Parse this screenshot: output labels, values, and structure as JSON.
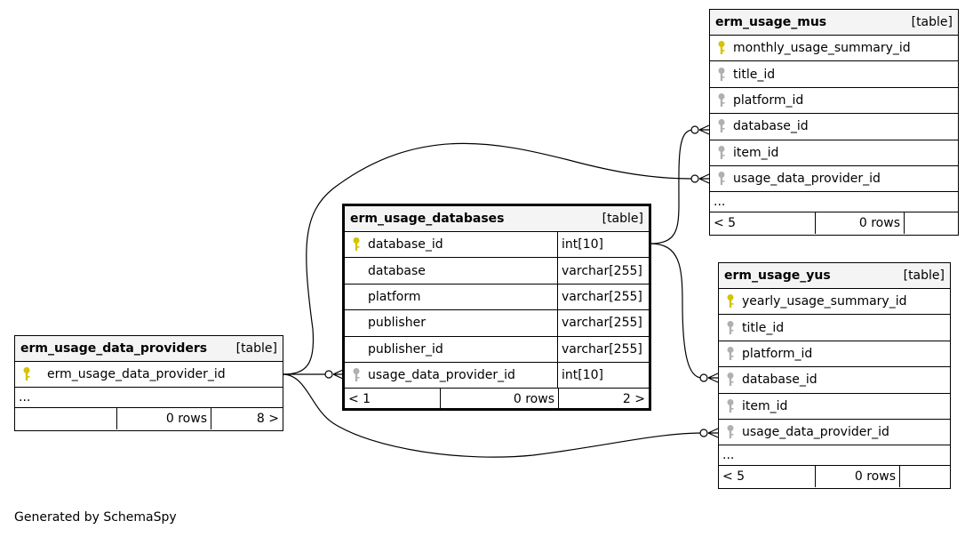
{
  "tables": {
    "providers": {
      "name": "erm_usage_data_providers",
      "kind": "[table]",
      "columns": [
        {
          "name": "erm_usage_data_provider_id",
          "key": "primary"
        }
      ],
      "ellipsis": "...",
      "footer": {
        "parents": "",
        "rows": "0 rows",
        "children": "8 >"
      }
    },
    "databases": {
      "name": "erm_usage_databases",
      "kind": "[table]",
      "columns": [
        {
          "name": "database_id",
          "type": "int[10]",
          "key": "primary"
        },
        {
          "name": "database",
          "type": "varchar[255]",
          "key": "none"
        },
        {
          "name": "platform",
          "type": "varchar[255]",
          "key": "none"
        },
        {
          "name": "publisher",
          "type": "varchar[255]",
          "key": "none"
        },
        {
          "name": "publisher_id",
          "type": "varchar[255]",
          "key": "none"
        },
        {
          "name": "usage_data_provider_id",
          "type": "int[10]",
          "key": "foreign"
        }
      ],
      "footer": {
        "parents": "< 1",
        "rows": "0 rows",
        "children": "2 >"
      }
    },
    "mus": {
      "name": "erm_usage_mus",
      "kind": "[table]",
      "columns": [
        {
          "name": "monthly_usage_summary_id",
          "key": "primary"
        },
        {
          "name": "title_id",
          "key": "foreign"
        },
        {
          "name": "platform_id",
          "key": "foreign"
        },
        {
          "name": "database_id",
          "key": "foreign"
        },
        {
          "name": "item_id",
          "key": "foreign"
        },
        {
          "name": "usage_data_provider_id",
          "key": "foreign"
        }
      ],
      "ellipsis": "...",
      "footer": {
        "parents": "< 5",
        "rows": "0 rows",
        "children": ""
      }
    },
    "yus": {
      "name": "erm_usage_yus",
      "kind": "[table]",
      "columns": [
        {
          "name": "yearly_usage_summary_id",
          "key": "primary"
        },
        {
          "name": "title_id",
          "key": "foreign"
        },
        {
          "name": "platform_id",
          "key": "foreign"
        },
        {
          "name": "database_id",
          "key": "foreign"
        },
        {
          "name": "item_id",
          "key": "foreign"
        },
        {
          "name": "usage_data_provider_id",
          "key": "foreign"
        }
      ],
      "ellipsis": "...",
      "footer": {
        "parents": "< 5",
        "rows": "0 rows",
        "children": ""
      }
    }
  },
  "generated_by": "Generated by SchemaSpy",
  "colors": {
    "primary_key": "#d4c400",
    "foreign_key": "#b0b0b0",
    "header_bg": "#f4f4f4"
  },
  "icons": {
    "primary": "key-icon",
    "foreign": "foreign-key-icon"
  }
}
